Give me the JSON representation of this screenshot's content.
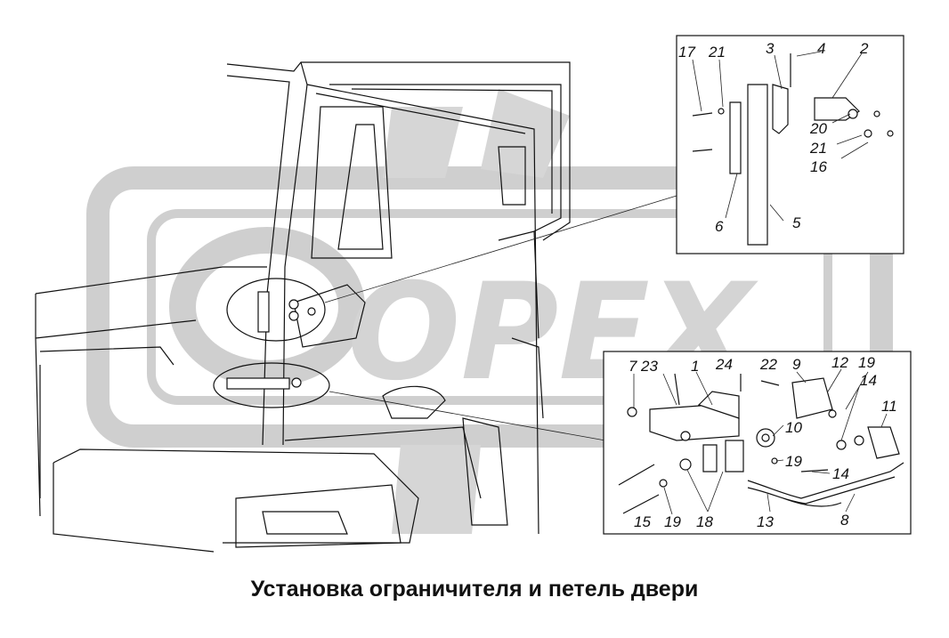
{
  "caption": "Установка ограничителя и петель двери",
  "watermark": "ОРЕХ",
  "callouts_top": [
    "17",
    "21",
    "3",
    "4",
    "2",
    "20",
    "21",
    "16",
    "6",
    "5"
  ],
  "callouts_bottom": [
    "7",
    "23",
    "1",
    "24",
    "22",
    "9",
    "12",
    "19",
    "14",
    "11",
    "10",
    "19",
    "14",
    "15",
    "19",
    "18",
    "13",
    "8"
  ],
  "colors": {
    "line": "#111111",
    "watermark": "#d0d0d0",
    "background": "#ffffff"
  }
}
